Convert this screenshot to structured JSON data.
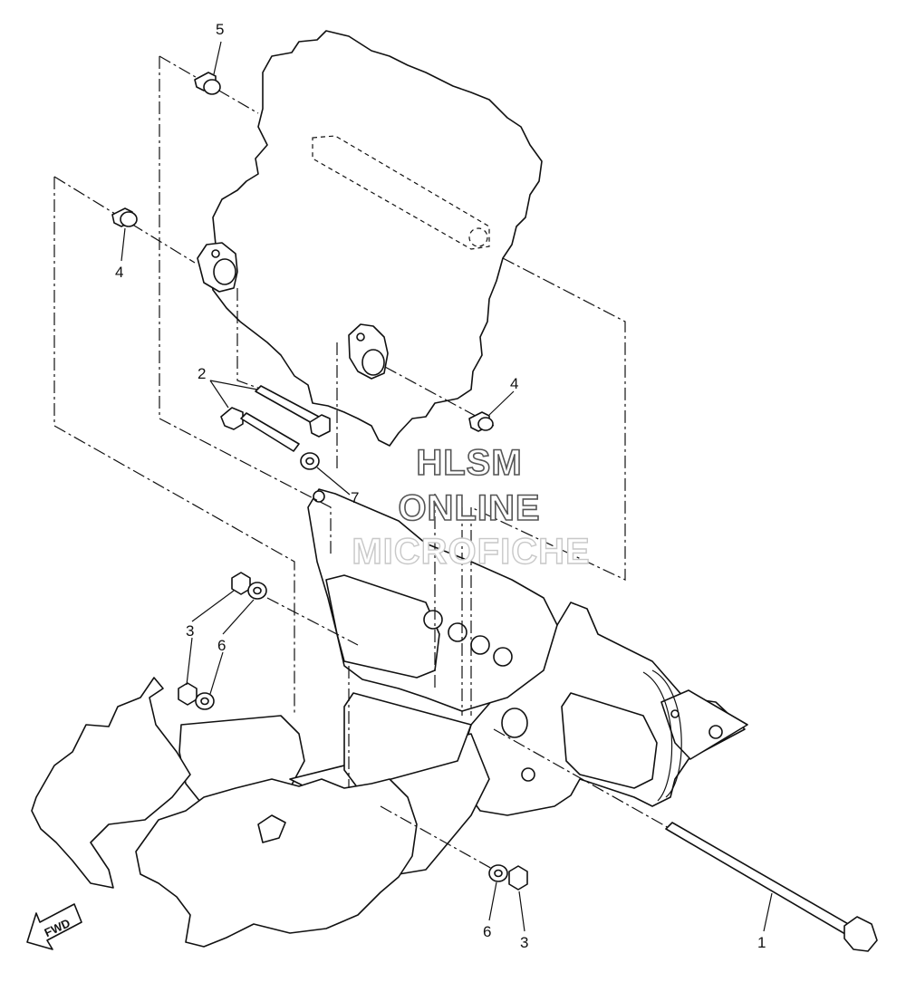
{
  "callouts": [
    {
      "id": "c5",
      "label": "5"
    },
    {
      "id": "c4a",
      "label": "4"
    },
    {
      "id": "c4b",
      "label": "4"
    },
    {
      "id": "c2",
      "label": "2"
    },
    {
      "id": "c7",
      "label": "7"
    },
    {
      "id": "c3a",
      "label": "3"
    },
    {
      "id": "c6a",
      "label": "6"
    },
    {
      "id": "c6b",
      "label": "6"
    },
    {
      "id": "c3b",
      "label": "3"
    },
    {
      "id": "c1",
      "label": "1"
    }
  ],
  "watermark": {
    "line1": "HLSM",
    "line2": "ONLINE",
    "line3": "MICROFICHE"
  },
  "fwd_label": "FWD",
  "colors": {
    "ink": "#111111",
    "watermark_stroke": "#555555",
    "background": "#ffffff"
  },
  "icons": [
    "forward-arrow-icon"
  ]
}
